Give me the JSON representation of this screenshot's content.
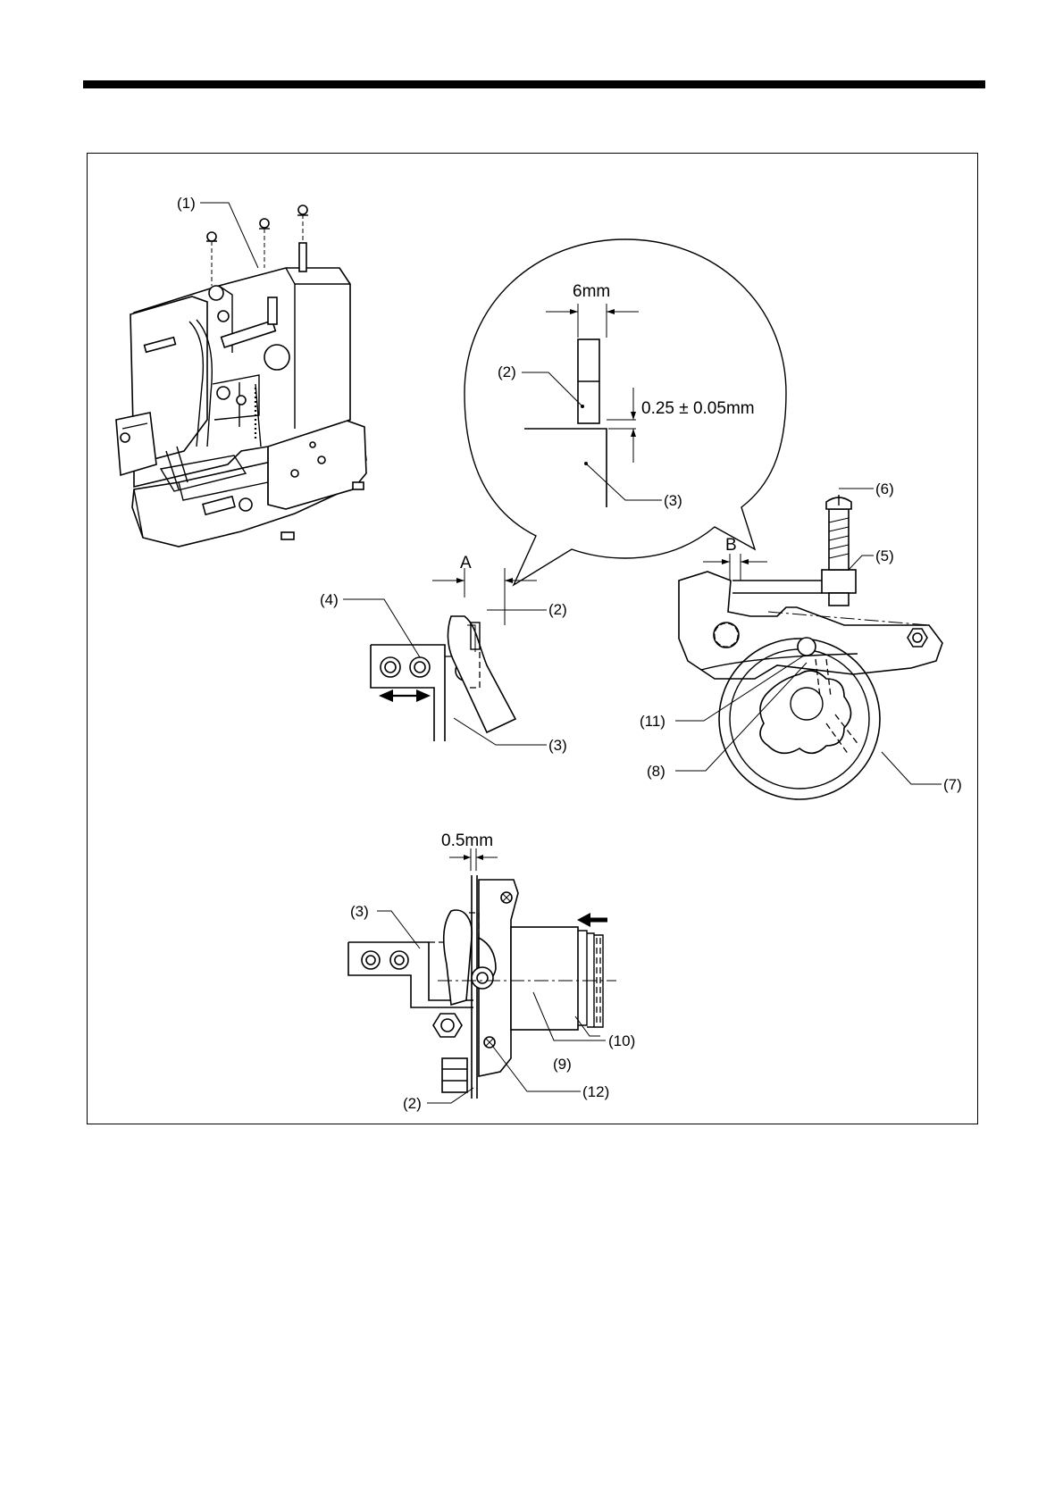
{
  "labels": {
    "p1": "(1)",
    "p2": "(2)",
    "p3": "(3)",
    "p4": "(4)",
    "p5": "(5)",
    "p6": "(6)",
    "p7": "(7)",
    "p8": "(8)",
    "p9": "(9)",
    "p10": "(10)",
    "p11": "(11)",
    "p12": "(12)"
  },
  "dimensions": {
    "gap_6mm": "6mm",
    "gap_025": "0.25 ± 0.05mm",
    "gap_05mm": "0.5mm",
    "gap_a": "A",
    "gap_b": "B"
  }
}
